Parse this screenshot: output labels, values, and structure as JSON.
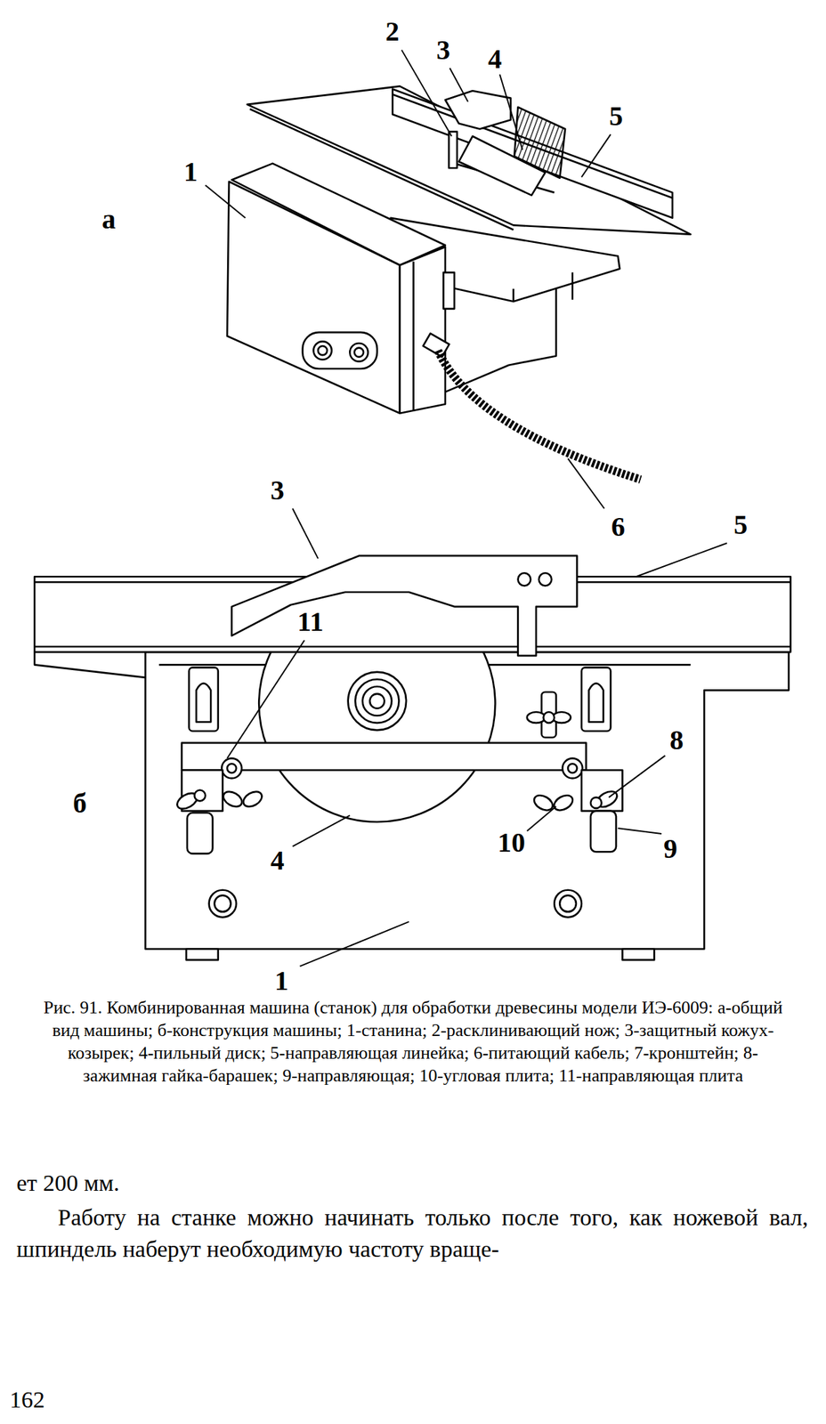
{
  "diagram": {
    "caption": "Рис. 91. Комбинированная машина (станок) для обработки древесины модели ИЭ-6009: а-общий вид машины; б-конструкция машины; 1-станина; 2-расклинивающий нож; 3-защитный кожух-козырек; 4-пильный диск; 5-направляющая линейка; 6-питающий кабель; 7-кронштейн; 8-зажимная гайка-барашек; 9-направляющая; 10-угловая плита; 11-направляющая плита",
    "labels": [
      "2",
      "3",
      "4",
      "5",
      "1",
      "а",
      "6",
      "3",
      "5",
      "11",
      "8",
      "б",
      "10",
      "9",
      "4",
      "1",
      "ет 200 мм.",
      "Работу на станке можно начинать только после того, как ножевой вал, шпиндель наберут необходимую частоту враще-",
      "162"
    ]
  }
}
